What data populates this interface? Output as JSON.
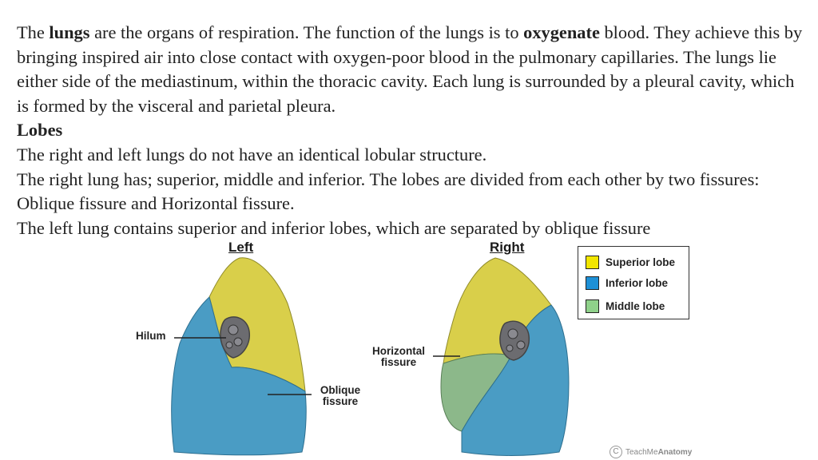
{
  "paragraph1": {
    "p1": "The ",
    "lungs": "lungs",
    "p2": " are the organs of respiration. The function of the lungs is to ",
    "oxygenate": "oxygenate",
    "p3": " blood. They achieve this by bringing inspired air into close contact with oxygen-poor blood in the pulmonary capillaries. The lungs lie either side of the mediastinum, within the thoracic cavity. Each lung is surrounded by a pleural cavity, which is formed by the visceral and parietal pleura."
  },
  "lobes_heading": "Lobes",
  "line_identical": "The right and left lungs do not have an identical lobular structure.",
  "line_right": "The right lung has; superior, middle and inferior. The lobes are divided from each other by two fissures: Oblique fissure and Horizontal fissure.",
  "line_left": "The left lung contains superior and inferior lobes, which are separated by oblique fissure",
  "figure": {
    "left_title": "Left",
    "right_title": "Right",
    "label_hilum": "Hilum",
    "label_oblique_1": "Oblique",
    "label_oblique_2": "fissure",
    "label_horizontal_1": "Horizontal",
    "label_horizontal_2": "fissure",
    "legend": [
      {
        "label": "Superior lobe",
        "color": "#f2e600"
      },
      {
        "label": "Inferior lobe",
        "color": "#1e90d6"
      },
      {
        "label": "Middle lobe",
        "color": "#8fd18a"
      }
    ],
    "credit_symbol": "C",
    "credit_text_1": "TeachMe",
    "credit_text_2": "Anatomy",
    "colors": {
      "superior": "#d9cf4a",
      "inferior": "#4a9cc4",
      "middle": "#8cb88a",
      "hilum": "#6c6c70"
    }
  }
}
